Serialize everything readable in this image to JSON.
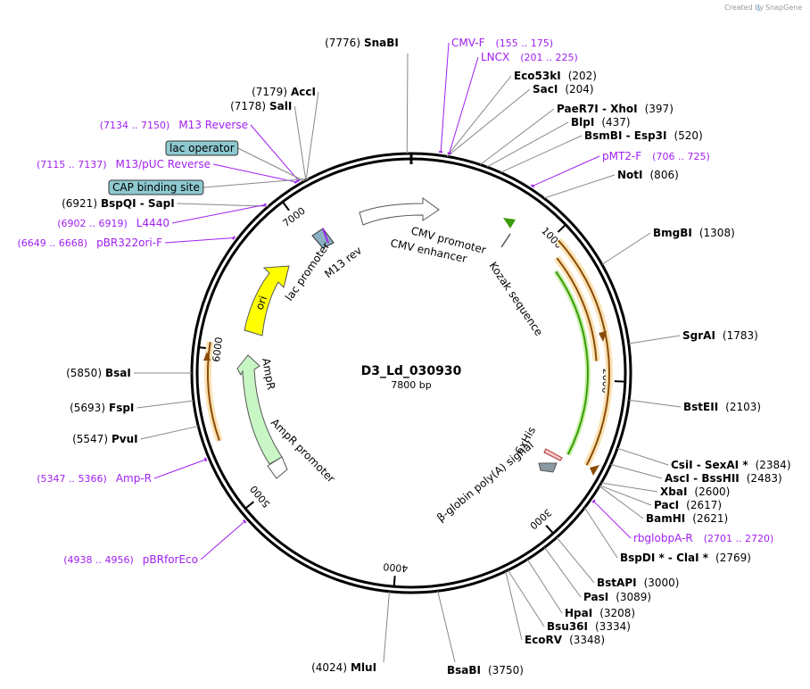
{
  "credit": {
    "prefix": "Created by",
    "brand": "SnapGene"
  },
  "plasmid": {
    "name": "D3_Ld_030930",
    "length_label": "7800 bp",
    "length": 7800
  },
  "ticks": [
    {
      "label": "1000",
      "pos": 1000
    },
    {
      "label": "2000",
      "pos": 2000
    },
    {
      "label": "3000",
      "pos": 3000
    },
    {
      "label": "4000",
      "pos": 4000
    },
    {
      "label": "5000",
      "pos": 5000
    },
    {
      "label": "6000",
      "pos": 6000
    },
    {
      "label": "7000",
      "pos": 7000
    }
  ],
  "sites": [
    {
      "name": "SnaBI",
      "pos": "(7776)",
      "bp": 7776,
      "side": "left"
    },
    {
      "name": "AccI",
      "pos": "(7179)",
      "bp": 7179,
      "side": "left"
    },
    {
      "name": "SalI",
      "pos": "(7178)",
      "bp": 7178,
      "side": "left"
    },
    {
      "name": "Eco53kI",
      "pos": "(202)",
      "bp": 202,
      "side": "right"
    },
    {
      "name": "SacI",
      "pos": "(204)",
      "bp": 204,
      "side": "right"
    },
    {
      "name": "PaeR7I - XhoI",
      "pos": "(397)",
      "bp": 397,
      "side": "right"
    },
    {
      "name": "BlpI",
      "pos": "(437)",
      "bp": 437,
      "side": "right"
    },
    {
      "name": "BsmBI - Esp3I",
      "pos": "(520)",
      "bp": 520,
      "side": "right"
    },
    {
      "name": "NotI",
      "pos": "(806)",
      "bp": 806,
      "side": "right"
    },
    {
      "name": "BmgBI",
      "pos": "(1308)",
      "bp": 1308,
      "side": "right"
    },
    {
      "name": "SgrAI",
      "pos": "(1783)",
      "bp": 1783,
      "side": "right"
    },
    {
      "name": "BstEII",
      "pos": "(2103)",
      "bp": 2103,
      "side": "right"
    },
    {
      "name": "CsiI - SexAI *",
      "pos": "(2384)",
      "bp": 2384,
      "side": "right"
    },
    {
      "name": "AscI - BssHII",
      "pos": "(2483)",
      "bp": 2483,
      "side": "right"
    },
    {
      "name": "XbaI",
      "pos": "(2600)",
      "bp": 2600,
      "side": "right"
    },
    {
      "name": "PacI",
      "pos": "(2617)",
      "bp": 2617,
      "side": "right"
    },
    {
      "name": "BamHI",
      "pos": "(2621)",
      "bp": 2621,
      "side": "right"
    },
    {
      "name": "BspDI * - ClaI *",
      "pos": "(2769)",
      "bp": 2769,
      "side": "right"
    },
    {
      "name": "BstAPI",
      "pos": "(3000)",
      "bp": 3000,
      "side": "right"
    },
    {
      "name": "PasI",
      "pos": "(3089)",
      "bp": 3089,
      "side": "right"
    },
    {
      "name": "HpaI",
      "pos": "(3208)",
      "bp": 3208,
      "side": "right"
    },
    {
      "name": "Bsu36I",
      "pos": "(3334)",
      "bp": 3334,
      "side": "right"
    },
    {
      "name": "EcoRV",
      "pos": "(3348)",
      "bp": 3348,
      "side": "right"
    },
    {
      "name": "BsaBI",
      "pos": "(3750)",
      "bp": 3750,
      "side": "right"
    },
    {
      "name": "MluI",
      "pos": "(4024)",
      "bp": 4024,
      "side": "left"
    },
    {
      "name": "PvuI",
      "pos": "(5547)",
      "bp": 5547,
      "side": "left"
    },
    {
      "name": "FspI",
      "pos": "(5693)",
      "bp": 5693,
      "side": "left"
    },
    {
      "name": "BsaI",
      "pos": "(5850)",
      "bp": 5850,
      "side": "left"
    },
    {
      "name": "BspQI - SapI",
      "pos": "(6921)",
      "bp": 6921,
      "side": "left"
    }
  ],
  "primers": [
    {
      "name": "CMV-F",
      "range": "(155 .. 175)",
      "bp": 165
    },
    {
      "name": "LNCX",
      "range": "(201 .. 225)",
      "bp": 213
    },
    {
      "name": "pMT2-F",
      "range": "(706 .. 725)",
      "bp": 715
    },
    {
      "name": "rbglobpA-R",
      "range": "(2701 .. 2720)",
      "bp": 2710
    },
    {
      "name": "pBRforEco",
      "range": "(4938 .. 4956)",
      "bp": 4947
    },
    {
      "name": "Amp-R",
      "range": "(5347 .. 5366)",
      "bp": 5356
    },
    {
      "name": "pBR322ori-F",
      "range": "(6649 .. 6668)",
      "bp": 6658
    },
    {
      "name": "L4440",
      "range": "(6902 .. 6919)",
      "bp": 6910
    },
    {
      "name": "M13/pUC Reverse",
      "range": "(7115 .. 7137)",
      "bp": 7126
    },
    {
      "name": "M13 Reverse",
      "range": "(7134 .. 7150)",
      "bp": 7142
    }
  ],
  "boxed_features": [
    {
      "label": "lac operator",
      "bp": 7170
    },
    {
      "label": "CAP binding site",
      "bp": 7200
    }
  ],
  "features": [
    {
      "label": "CMV enhancer"
    },
    {
      "label": "CMV promoter"
    },
    {
      "label": "Kozak sequence"
    },
    {
      "label": "6xHis"
    },
    {
      "label": "β-globin poly(A) signal"
    },
    {
      "label": "AmpR"
    },
    {
      "label": "AmpR promoter"
    },
    {
      "label": "ori"
    },
    {
      "label": "lac promoter"
    },
    {
      "label": "M13 rev"
    }
  ],
  "colors": {
    "primer": "#a020f0",
    "orf_fill": "#e8a33d",
    "orf_glow": "#fbe3b6",
    "green_orf": "#3a9b0a",
    "ampr_fill": "#c8f7c5",
    "ori_fill": "#ffff00",
    "box_fill": "#8ec9d0"
  }
}
